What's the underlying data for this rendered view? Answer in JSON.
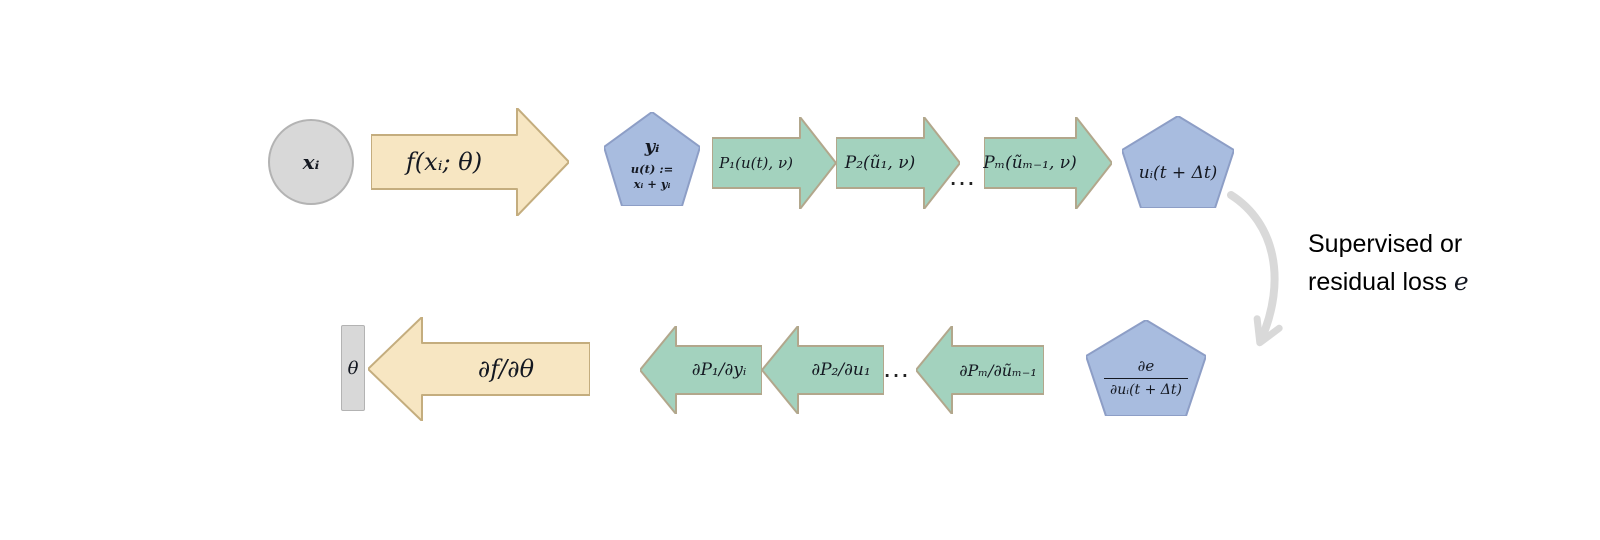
{
  "forward": {
    "input_label": "xᵢ",
    "network_label": "f(xᵢ; θ)",
    "state_title": "yᵢ",
    "state_def_line1": "u(t) :=",
    "state_def_line2": "xᵢ + yᵢ",
    "step1_label": "P₁(u(t), ν)",
    "step2_label": "P₂(ũ₁, ν)",
    "ellipsis": "…",
    "stepm_label": "Pₘ(ũₘ₋₁, ν)",
    "output_label": "uᵢ(t + Δt)"
  },
  "loss": {
    "line1": "Supervised or",
    "line2_prefix": "residual loss",
    "symbol": "e"
  },
  "backward": {
    "grad_numerator": "∂e",
    "grad_denominator": "∂uᵢ(t + Δt)",
    "stepm_label": "∂Pₘ/∂ũₘ₋₁",
    "ellipsis": "…",
    "step2_label": "∂P₂/∂u₁",
    "step1_label": "∂P₁/∂yᵢ",
    "network_label": "∂f/∂θ",
    "params_label": "θ"
  },
  "colors": {
    "network_fill": "#f7e6c2",
    "network_stroke": "#c4ad7e",
    "process_fill": "#a3d2be",
    "process_stroke": "#b2a78c",
    "state_fill": "#a8bcdf",
    "state_stroke": "#8d9ec6",
    "node_fill": "#d8d8d8",
    "node_stroke": "#b3b3b3",
    "flow_arrow": "#d9d9d9",
    "text": "#141821"
  }
}
